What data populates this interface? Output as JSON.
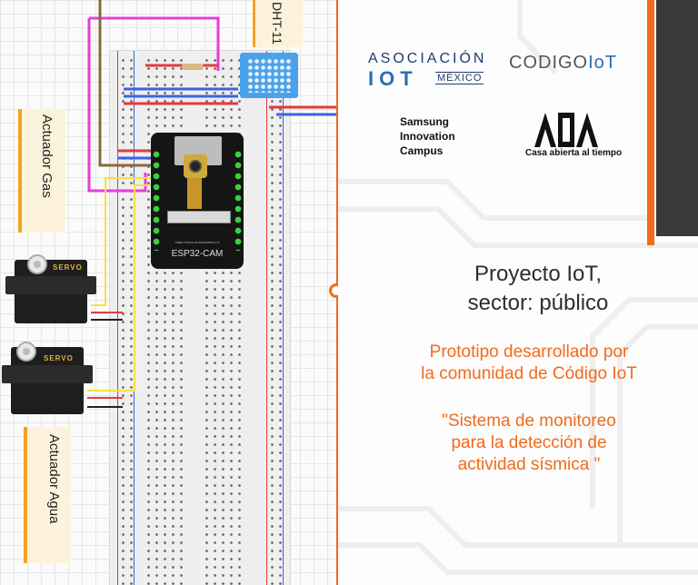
{
  "colors": {
    "accent": "#f26a1b",
    "card": "#fdf3dc",
    "card_border": "#f2a324",
    "dark": "#3a3a3c",
    "iot_blue": "#2b6fb6"
  },
  "circuit": {
    "labels": {
      "dht": "DHT-11",
      "actuator_gas": "Actuador Gas",
      "actuator_water": "Actuador Agua"
    },
    "servo_label": "SERVO",
    "board_name": "ESP32-CAM",
    "board_url": "https://www.arduinplatero.cl"
  },
  "logos": {
    "asociacion": {
      "line1": "ASOCIACIÓN",
      "iot": "IOT",
      "mexico": "MÉXICO"
    },
    "codigo_iot": {
      "codigo": "CODIGO",
      "iot": "IoT"
    },
    "samsung": {
      "line1": "Samsung",
      "line2": "Innovation",
      "line3": "Campus"
    },
    "uam": {
      "tagline": "Casa abierta al tiempo"
    }
  },
  "content": {
    "title_line1": "Proyecto IoT,",
    "title_line2": "sector: público",
    "subtitle_line1": "Prototipo desarrollado por",
    "subtitle_line2": "la comunidad de Código IoT",
    "quote_line1": "\"Sistema de monitoreo",
    "quote_line2": "para la detección de",
    "quote_line3": "actividad sísmica \""
  }
}
